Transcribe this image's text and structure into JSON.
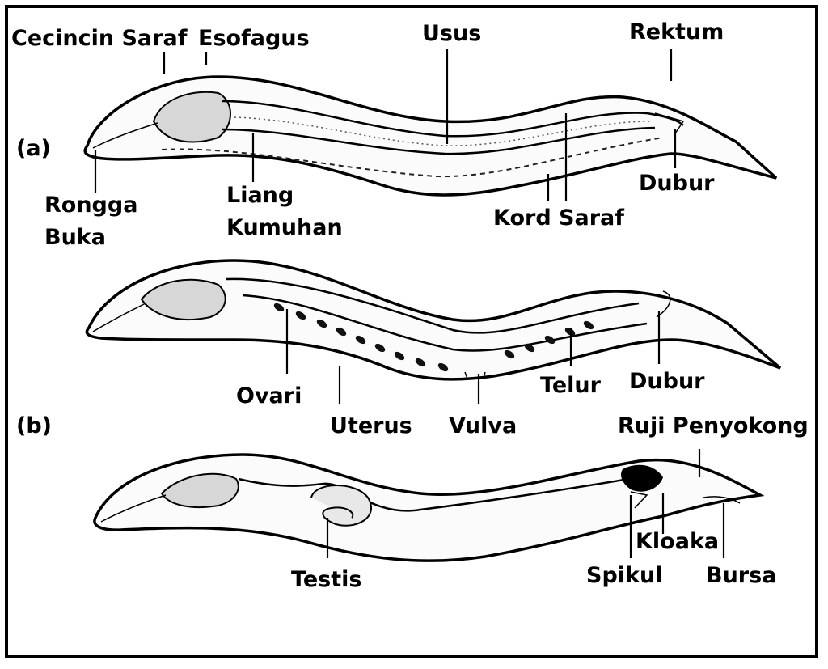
{
  "panel_a": {
    "tag": "(a)",
    "labels": {
      "cecincin_saraf": "Cecincin Saraf",
      "esofagus": "Esofagus",
      "usus": "Usus",
      "rektum": "Rektum",
      "rongga_buka_1": "Rongga",
      "rongga_buka_2": "Buka",
      "liang_kumuhan_1": "Liang",
      "liang_kumuhan_2": "Kumuhan",
      "kord_saraf": "Kord Saraf",
      "dubur": "Dubur"
    }
  },
  "panel_b": {
    "tag": "(b)",
    "female_labels": {
      "ovari": "Ovari",
      "uterus": "Uterus",
      "vulva": "Vulva",
      "telur": "Telur",
      "dubur": "Dubur"
    },
    "male_labels": {
      "ruji_penyokong": "Ruji Penyokong",
      "testis": "Testis",
      "kloaka": "Kloaka",
      "spikul": "Spikul",
      "bursa": "Bursa"
    }
  }
}
